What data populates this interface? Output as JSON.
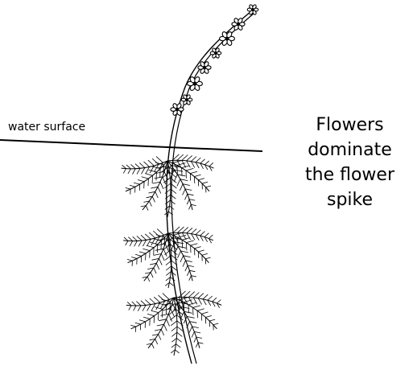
{
  "labels": {
    "water_surface": "water surface"
  },
  "caption": {
    "lines": [
      "Flowers",
      "dominate",
      "the flower",
      "spike"
    ]
  },
  "colors": {
    "ink": "#000000",
    "background": "#ffffff"
  }
}
